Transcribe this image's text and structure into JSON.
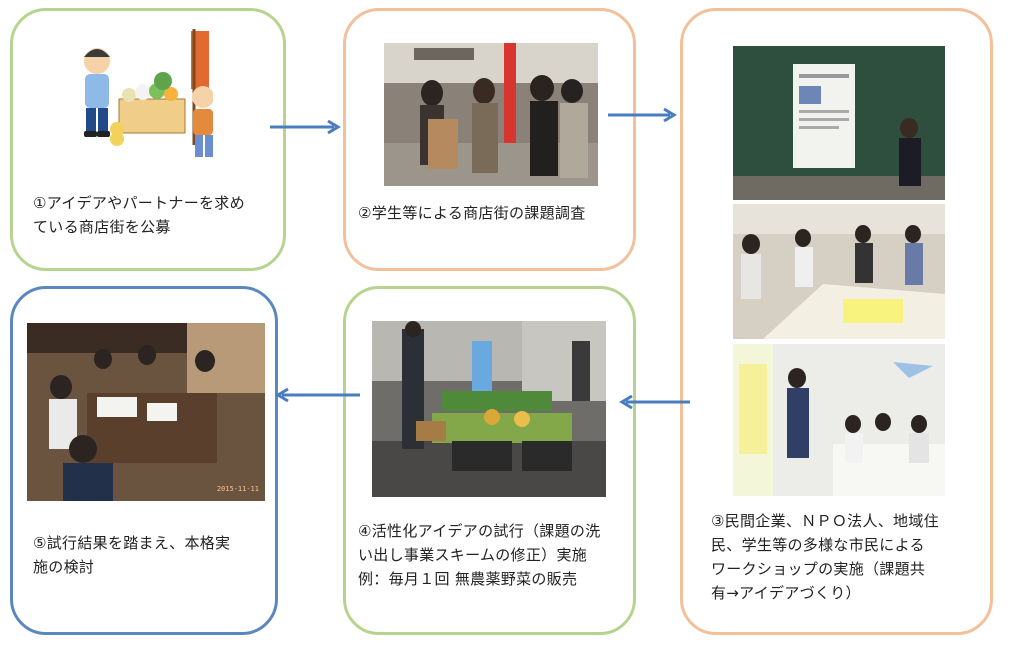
{
  "steps": [
    {
      "number": "①",
      "text": "アイデアやパートナーを求めている商店街を公募",
      "line1": "①アイデアやパートナーを求め",
      "line2": "ている商店街を公募"
    },
    {
      "number": "②",
      "text": "学生等による商店街の課題調査",
      "line1": "②学生等による商店街の課題調査"
    },
    {
      "number": "③",
      "line1": "③民間企業、ＮＰＯ法人、地域住",
      "line2": "民、学生等の多様な市民による",
      "line3": "ワークショップの実施（課題共",
      "line4": "有→アイデアづくり）"
    },
    {
      "number": "④",
      "line1": "④活性化アイデアの試行（課題の洗",
      "line2": "い出し事業スキームの修正）実施",
      "line3": "例：毎月１回 無農薬野菜の販売"
    },
    {
      "number": "⑤",
      "line1": "⑤試行結果を踏まえ、本格実",
      "line2": "施の検討"
    }
  ],
  "photo_stamp": "2015-11-11",
  "colors": {
    "green": "#b6d48f",
    "orange": "#f2c09a",
    "blue": "#5b87c0",
    "arrow": "#4a7dbf"
  }
}
